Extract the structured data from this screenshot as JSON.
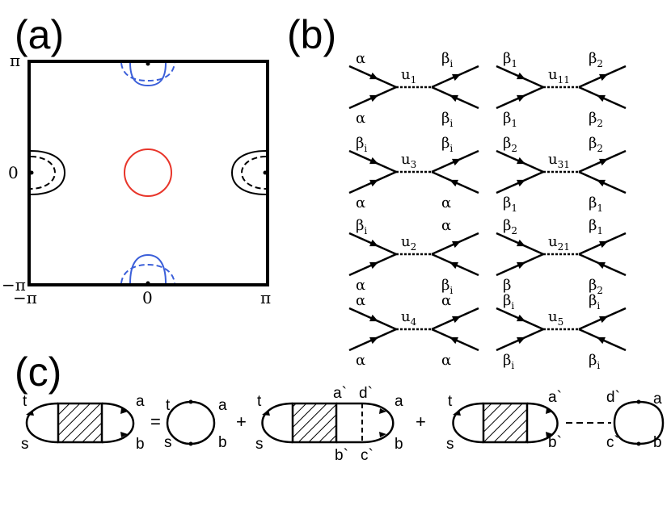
{
  "panels": {
    "a": {
      "label": "(a)",
      "ticks": {
        "y_top": "π",
        "y_mid": "0",
        "y_bot": "−π",
        "x_left": "−π",
        "x_mid": "0",
        "x_right": "π"
      },
      "colors": {
        "red": "#e8352a",
        "blue": "#3b5fd9",
        "black": "#000000"
      }
    },
    "b": {
      "label": "(b)",
      "vertices": [
        {
          "u": "u",
          "u_sub": "1",
          "tl": "α",
          "bl": "α",
          "tr": "β",
          "tr_sub": "i",
          "br": "β",
          "br_sub": "i"
        },
        {
          "u": "u",
          "u_sub": "11",
          "tl": "β",
          "tl_sub": "1",
          "bl": "β",
          "bl_sub": "1",
          "tr": "β",
          "tr_sub": "2",
          "br": "β",
          "br_sub": "2"
        },
        {
          "u": "u",
          "u_sub": "3",
          "tl": "β",
          "tl_sub": "i",
          "bl": "α",
          "tr": "β",
          "tr_sub": "i",
          "br": "α"
        },
        {
          "u": "u",
          "u_sub": "31",
          "tl": "β",
          "tl_sub": "2",
          "bl": "β",
          "bl_sub": "1",
          "tr": "β",
          "tr_sub": "2",
          "br": "β",
          "br_sub": "1"
        },
        {
          "u": "u",
          "u_sub": "2",
          "tl": "β",
          "tl_sub": "i",
          "bl": "α",
          "tr": "α",
          "br": "β",
          "br_sub": "i"
        },
        {
          "u": "u",
          "u_sub": "21",
          "tl": "β",
          "tl_sub": "2",
          "bl": "β",
          "tr": "β",
          "tr_sub": "1",
          "br": "β",
          "br_sub": "2"
        },
        {
          "u": "u",
          "u_sub": "4",
          "tl": "α",
          "bl": "α",
          "tr": "α",
          "br": "α"
        },
        {
          "u": "u",
          "u_sub": "5",
          "tl": "β",
          "tl_sub": "i",
          "bl": "β",
          "bl_sub": "i",
          "tr": "β",
          "tr_sub": "i",
          "br": "β",
          "br_sub": "i"
        }
      ]
    },
    "c": {
      "label": "(c)",
      "eq": "=",
      "plus": "+",
      "labels": {
        "t": "t",
        "s": "s",
        "a": "a",
        "b": "b",
        "a_prime": "a`",
        "b_prime": "b`",
        "c_prime": "c`",
        "d_prime": "d`"
      }
    }
  }
}
